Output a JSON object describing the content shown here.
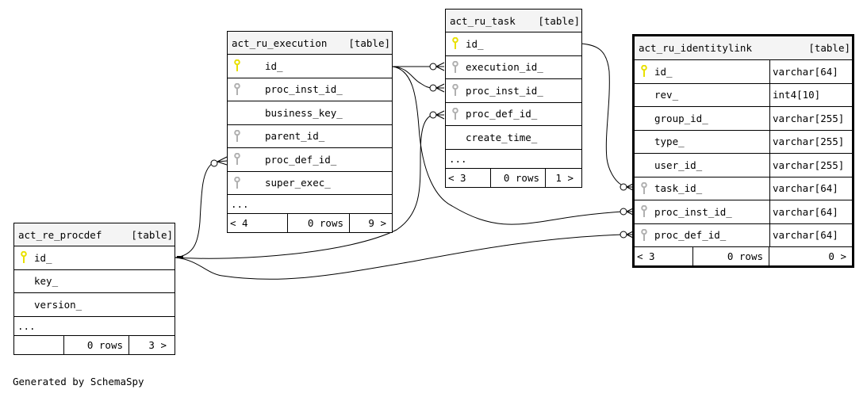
{
  "colors": {
    "primary_key": "#e8e000",
    "foreign_key": "#b0b0b0",
    "header_bg": "#f4f4f4",
    "line": "#000000"
  },
  "tables": {
    "execution": {
      "name": "act_ru_execution",
      "kind": "[table]",
      "columns": [
        {
          "name": "id_",
          "key": "primary-key-icon"
        },
        {
          "name": "proc_inst_id_",
          "key": "foreign-key-icon"
        },
        {
          "name": "business_key_",
          "key": ""
        },
        {
          "name": "parent_id_",
          "key": "foreign-key-icon"
        },
        {
          "name": "proc_def_id_",
          "key": "foreign-key-icon"
        },
        {
          "name": "super_exec_",
          "key": "foreign-key-icon"
        }
      ],
      "more": "...",
      "footer": {
        "parents": "< 4",
        "rows": "0 rows",
        "children": "9 >"
      }
    },
    "task": {
      "name": "act_ru_task",
      "kind": "[table]",
      "columns": [
        {
          "name": "id_",
          "key": "primary-key-icon"
        },
        {
          "name": "execution_id_",
          "key": "foreign-key-icon"
        },
        {
          "name": "proc_inst_id_",
          "key": "foreign-key-icon"
        },
        {
          "name": "proc_def_id_",
          "key": "foreign-key-icon"
        },
        {
          "name": "create_time_",
          "key": ""
        }
      ],
      "more": "...",
      "footer": {
        "parents": "< 3",
        "rows": "0 rows",
        "children": "1 >"
      }
    },
    "identitylink": {
      "name": "act_ru_identitylink",
      "kind": "[table]",
      "columns": [
        {
          "name": "id_",
          "type": "varchar[64]",
          "key": "primary-key-icon"
        },
        {
          "name": "rev_",
          "type": "int4[10]",
          "key": ""
        },
        {
          "name": "group_id_",
          "type": "varchar[255]",
          "key": ""
        },
        {
          "name": "type_",
          "type": "varchar[255]",
          "key": ""
        },
        {
          "name": "user_id_",
          "type": "varchar[255]",
          "key": ""
        },
        {
          "name": "task_id_",
          "type": "varchar[64]",
          "key": "foreign-key-icon"
        },
        {
          "name": "proc_inst_id_",
          "type": "varchar[64]",
          "key": "foreign-key-icon"
        },
        {
          "name": "proc_def_id_",
          "type": "varchar[64]",
          "key": "foreign-key-icon"
        }
      ],
      "footer": {
        "parents": "< 3",
        "rows": "0 rows",
        "children": "0 >"
      }
    },
    "procdef": {
      "name": "act_re_procdef",
      "kind": "[table]",
      "columns": [
        {
          "name": "id_",
          "key": "primary-key-icon"
        },
        {
          "name": "key_",
          "key": ""
        },
        {
          "name": "version_",
          "key": ""
        }
      ],
      "more": "...",
      "footer": {
        "parents": "",
        "rows": "0 rows",
        "children": "3 >"
      }
    }
  },
  "credit": "Generated by SchemaSpy"
}
